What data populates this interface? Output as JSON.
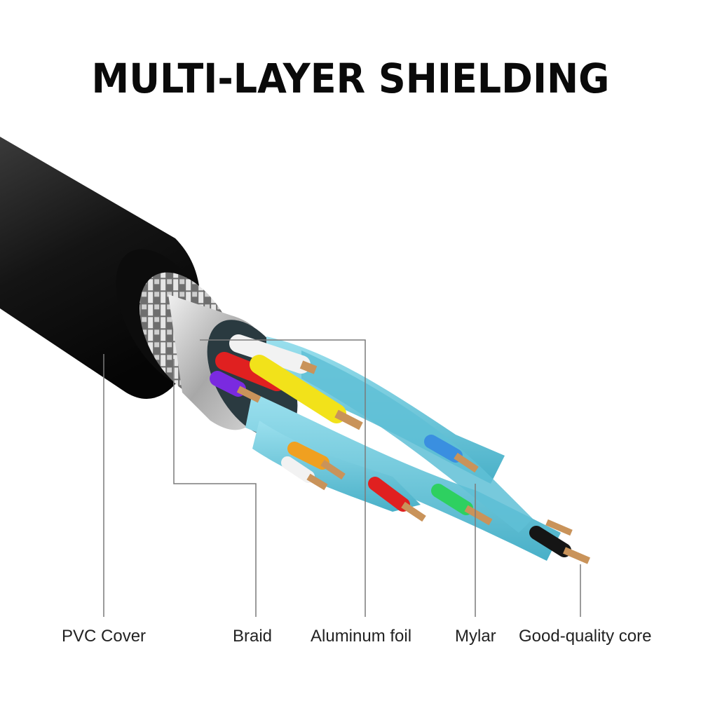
{
  "title": "MULTI-LAYER SHIELDING",
  "diagram": {
    "subject": "cable cross-section",
    "layers": [
      {
        "id": "pvc",
        "label": "PVC Cover"
      },
      {
        "id": "braid",
        "label": "Braid"
      },
      {
        "id": "foil",
        "label": "Aluminum foil"
      },
      {
        "id": "mylar",
        "label": "Mylar"
      },
      {
        "id": "core",
        "label": "Good-quality core"
      }
    ],
    "colors": {
      "jacket": "#1a1a1a",
      "braid": "#c8c8c8",
      "foil": "#b5b5b5",
      "mylar": "#6cc9dd",
      "copper": "#c9935a",
      "leader_line": "#7a7a7a",
      "wire_red": "#e02020",
      "wire_yellow": "#f2e21a",
      "wire_purple": "#7a2ae0",
      "wire_white": "#f2f2f2",
      "wire_orange": "#f0a020",
      "wire_blue": "#3a8fe0",
      "wire_green": "#2ed060",
      "wire_black": "#151515"
    }
  }
}
